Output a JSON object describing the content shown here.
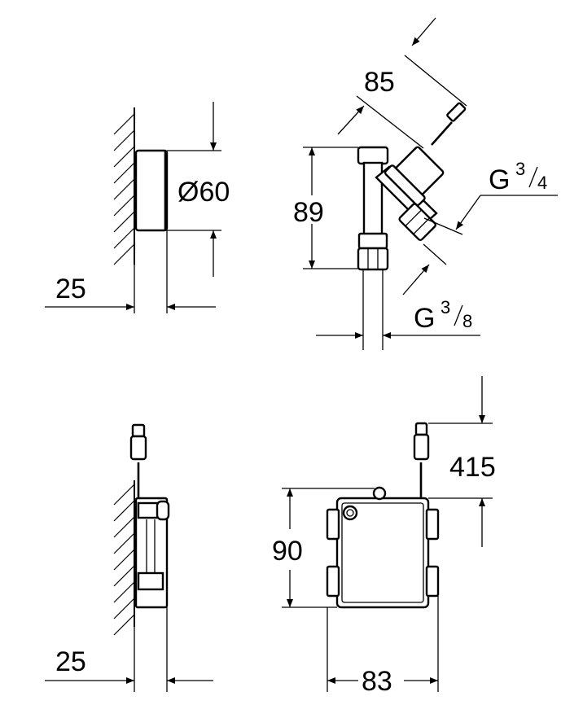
{
  "dimensions": {
    "top_left_depth": "25",
    "diameter": "Ø60",
    "valve_height": "89",
    "valve_length": "85",
    "thread_outlet_base": "G",
    "thread_outlet_sup": "3",
    "thread_outlet_sub": "4",
    "thread_inlet_base": "G",
    "thread_inlet_sup": "3",
    "thread_inlet_sub": "8",
    "bottom_left_depth": "25",
    "cable_length": "415",
    "box_height": "90",
    "box_width": "83"
  },
  "colors": {
    "line": "#000000",
    "background": "#ffffff"
  }
}
